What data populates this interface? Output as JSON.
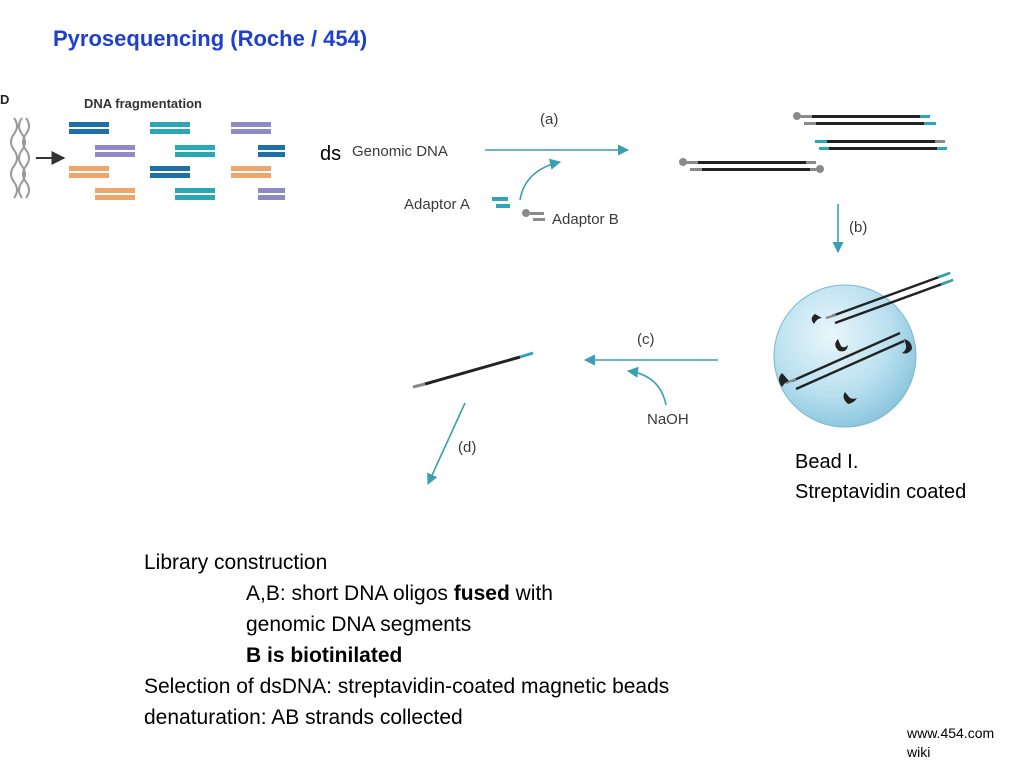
{
  "title": "Pyrosequencing (Roche / 454)",
  "fragmentation": {
    "heading": "DNA fragmentation",
    "corner_glyph": "D"
  },
  "library": {
    "ds_label": "ds",
    "genomic_dna": "Genomic DNA",
    "adaptor_a": "Adaptor A",
    "adaptor_b": "Adaptor B",
    "step_a": "(a)",
    "step_b": "(b)",
    "step_c": "(c)",
    "step_d": "(d)",
    "naoh": "NaOH"
  },
  "bead": {
    "line1": "Bead I.",
    "line2": "Streptavidin coated"
  },
  "notes": {
    "line1": "Library construction",
    "line2_prefix": "A,B: short DNA oligos ",
    "line2_bold": "fused",
    "line2_suffix": " with",
    "line3": "genomic DNA segments",
    "line4_bold": "B is biotinilated",
    "line5": "Selection of dsDNA: streptavidin-coated magnetic beads",
    "line6": "denaturation: AB strands collected"
  },
  "credits": {
    "line1": "www.454.com",
    "line2": "wiki"
  },
  "colors": {
    "title": "#1f3fd0",
    "teal": "#2aa6b4",
    "arrow": "#3a9fb2",
    "dark_blue": "#1f6fa8",
    "purple": "#8f89c8",
    "orange": "#f0a56a",
    "strand_dark": "#222222",
    "strand_gray": "#8a8a8a",
    "bead_fill": "#a9d8ea"
  }
}
